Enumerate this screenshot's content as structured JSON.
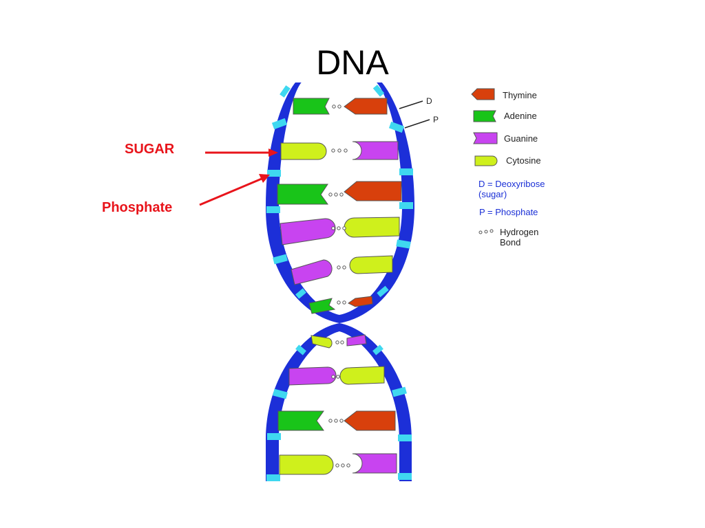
{
  "title": "DNA",
  "callouts": {
    "sugar": "SUGAR",
    "phosphate": "Phosphate"
  },
  "strand_markers": {
    "d": "D",
    "p": "P"
  },
  "legend": {
    "thymine": "Thymine",
    "adenine": "Adenine",
    "guanine": "Guanine",
    "cytosine": "Cytosine",
    "d_definition_line1": "D = Deoxyribose",
    "d_definition_line2": "(sugar)",
    "p_definition": "P = Phosphate",
    "hbond_line1": "Hydrogen",
    "hbond_line2": "Bond"
  },
  "colors": {
    "backbone": "#1c2fd8",
    "phosphate_bar": "#3fd8f0",
    "thymine": "#d8400c",
    "adenine": "#19c419",
    "guanine": "#c844f0",
    "cytosine": "#cff01c",
    "callout": "#e8141b"
  }
}
